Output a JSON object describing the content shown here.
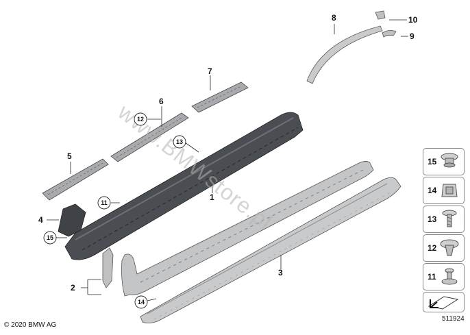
{
  "callouts": [
    {
      "id": "c1",
      "label": "1"
    },
    {
      "id": "c2",
      "label": "2"
    },
    {
      "id": "c3",
      "label": "3"
    },
    {
      "id": "c4",
      "label": "4"
    },
    {
      "id": "c5",
      "label": "5"
    },
    {
      "id": "c6",
      "label": "6"
    },
    {
      "id": "c7",
      "label": "7"
    },
    {
      "id": "c8",
      "label": "8"
    },
    {
      "id": "c9",
      "label": "9"
    },
    {
      "id": "c10",
      "label": "10"
    }
  ],
  "circled_callouts": [
    {
      "id": "cc11",
      "label": "11"
    },
    {
      "id": "cc12",
      "label": "12"
    },
    {
      "id": "cc13",
      "label": "13"
    },
    {
      "id": "cc14",
      "label": "14"
    },
    {
      "id": "cc15",
      "label": "15"
    }
  ],
  "legend_boxes": [
    {
      "label": "15",
      "icon": "expanding-rivet-icon"
    },
    {
      "label": "14",
      "icon": "clip-nut-icon"
    },
    {
      "label": "13",
      "icon": "screw-icon"
    },
    {
      "label": "12",
      "icon": "expanding-rivet-icon"
    },
    {
      "label": "11",
      "icon": "push-rivet-icon"
    }
  ],
  "watermark": "www.BMWstore.pl",
  "copyright": "© 2020 BMW AG",
  "diagram_number": "511924",
  "colors": {
    "part_dark": "#4a4d52",
    "part_light": "#c9cacc",
    "line": "#222222",
    "watermark": "#b4b4b4"
  }
}
